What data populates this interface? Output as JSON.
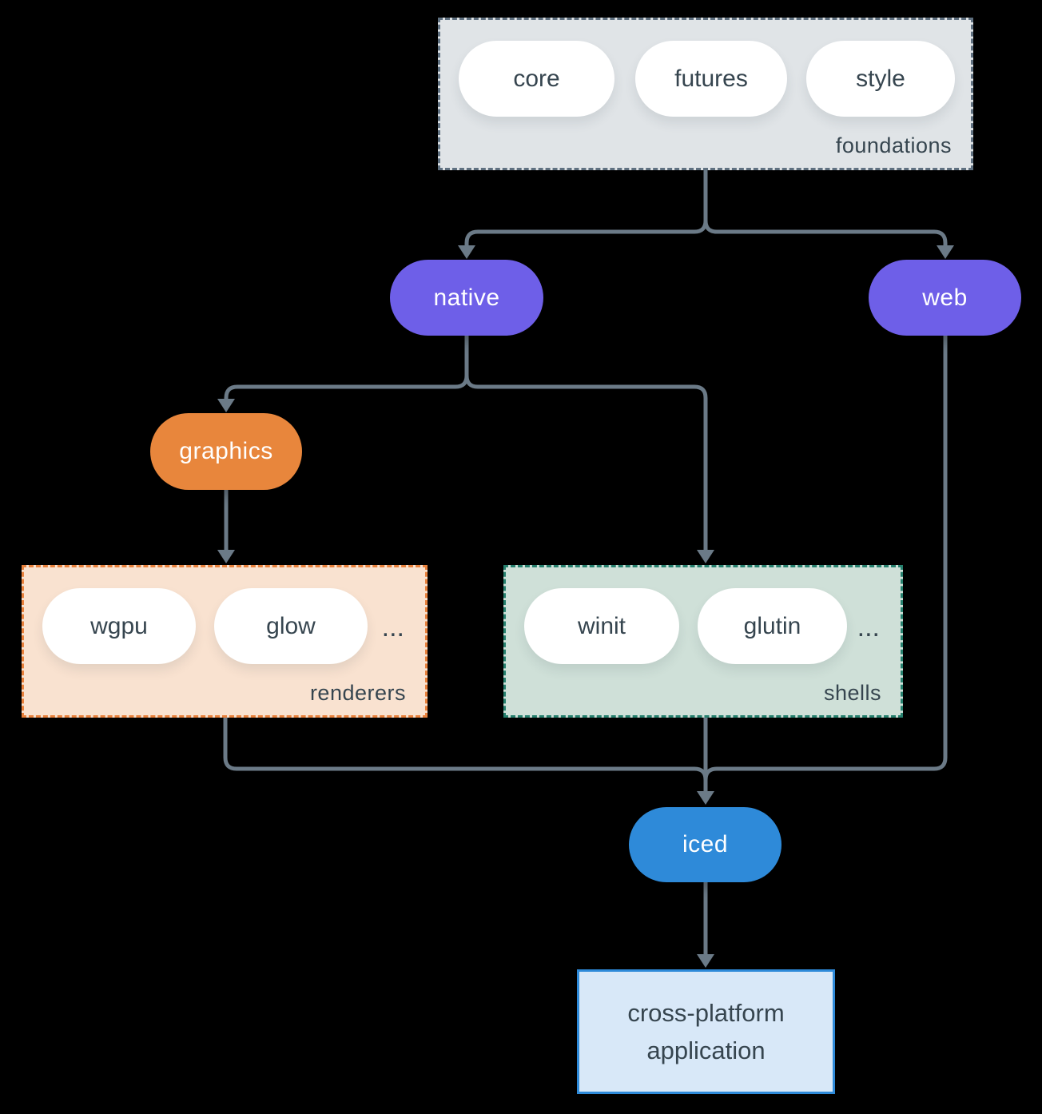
{
  "diagram": {
    "foundations": {
      "label": "foundations",
      "items": [
        "core",
        "futures",
        "style"
      ]
    },
    "native": {
      "label": "native"
    },
    "web": {
      "label": "web"
    },
    "graphics": {
      "label": "graphics"
    },
    "renderers": {
      "label": "renderers",
      "items": [
        "wgpu",
        "glow"
      ],
      "more": "..."
    },
    "shells": {
      "label": "shells",
      "items": [
        "winit",
        "glutin"
      ],
      "more": "..."
    },
    "iced": {
      "label": "iced"
    },
    "application": {
      "line1": "cross-platform",
      "line2": "application"
    },
    "colors": {
      "foundations_fill": "#e0e4e7",
      "foundations_border": "#5f7080",
      "purple": "#6e5fe8",
      "orange": "#e8863c",
      "renderers_fill": "#f9e2d0",
      "renderers_border": "#e8813c",
      "shells_fill": "#cfe0d8",
      "shells_border": "#26806e",
      "blue": "#2e8ad9",
      "application_fill": "#d8e8f8",
      "arrow": "#6b7a87",
      "text_dark": "#36454f",
      "pill_bg": "#ffffff"
    }
  }
}
